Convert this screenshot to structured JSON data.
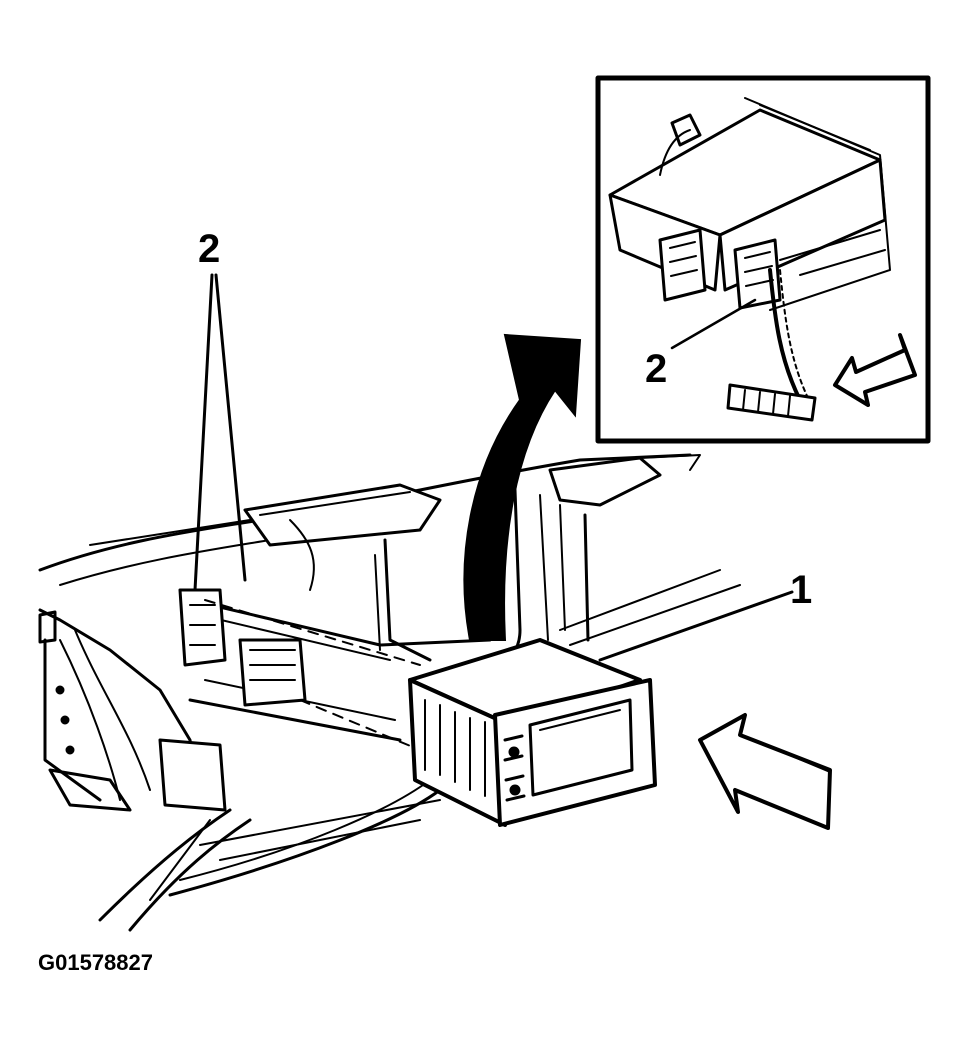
{
  "callouts": {
    "main_connector": "2",
    "inset_connector": "2",
    "radio_unit": "1"
  },
  "figure_id": "G01578827",
  "colors": {
    "ink": "#000000",
    "paper": "#ffffff"
  }
}
